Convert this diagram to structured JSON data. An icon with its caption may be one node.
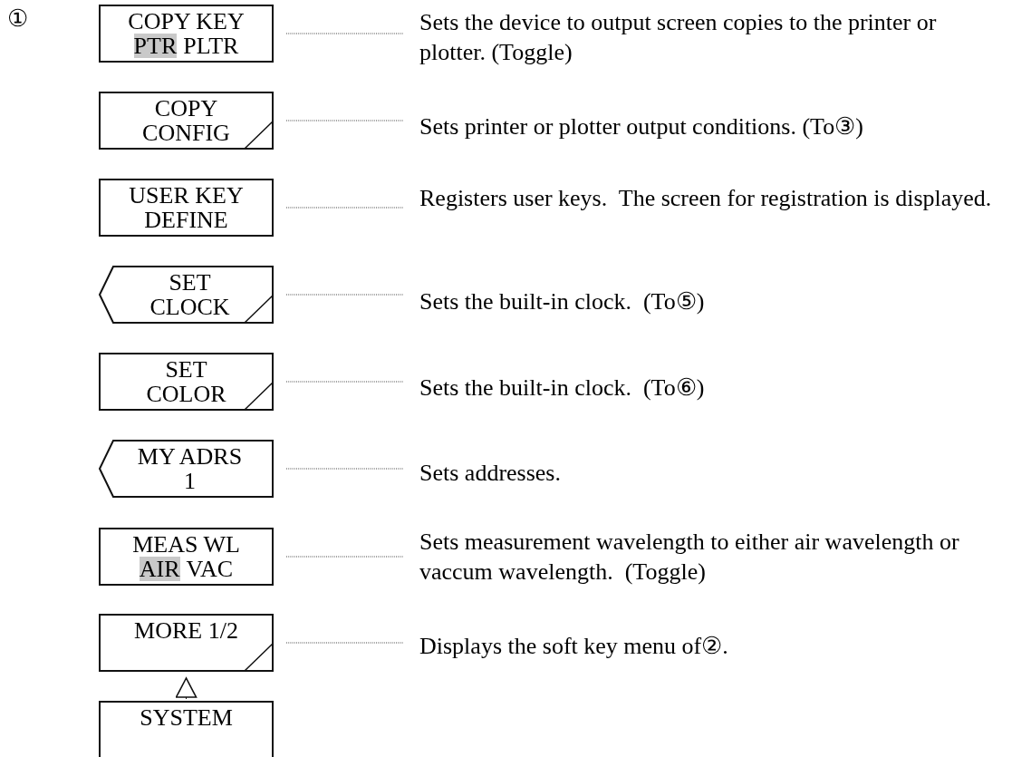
{
  "diagram": {
    "nodes": [
      {
        "text": [
          "COPY KEY",
          "PTR",
          "PLTR"
        ]
      },
      {
        "text": [
          "Sets the device to output screen copies to the printer or plotter. (Toggle)"
        ]
      },
      {
        "text": [
          "COPY CONFIG"
        ]
      },
      {
        "text": [
          "Sets printer or plotter output conditions. (To③)"
        ]
      },
      {
        "text": [
          "USER KEY DEFINE"
        ]
      },
      {
        "text": [
          "Registers user keys.  The screen for registration is displayed."
        ]
      },
      {
        "text": [
          "SET CLOCK"
        ]
      },
      {
        "text": [
          "Sets the built-in clock.  (To⑤)"
        ]
      },
      {
        "text": [
          "SET COLOR"
        ]
      },
      {
        "text": [
          "Sets the built-in clock.  (To⑥)"
        ]
      },
      {
        "text": [
          "MY ADRS 1"
        ]
      },
      {
        "text": [
          "Sets addresses."
        ]
      },
      {
        "text": [
          "MEAS WL",
          "AIR",
          "VAC"
        ]
      },
      {
        "text": [
          "Sets measurement wavelength to either air wavelength or vaccum wavelength.  (Toggle)"
        ]
      },
      {
        "text": [
          "MORE 1/2"
        ]
      },
      {
        "text": [
          "Displays the soft key menu of②."
        ]
      },
      {
        "text": [
          "SYSTEM"
        ]
      }
    ],
    "edges": [
      {
        "from": 0,
        "to": 1,
        "arrow": "none",
        "style": "dashed"
      },
      {
        "from": 2,
        "to": 3,
        "arrow": "none",
        "style": "dashed"
      },
      {
        "from": 4,
        "to": 5,
        "arrow": "none",
        "style": "dashed"
      },
      {
        "from": 6,
        "to": 7,
        "arrow": "none",
        "style": "dashed"
      },
      {
        "from": 8,
        "to": 9,
        "arrow": "none",
        "style": "dashed"
      },
      {
        "from": 10,
        "to": 11,
        "arrow": "none",
        "style": "dashed"
      },
      {
        "from": 12,
        "to": 13,
        "arrow": "none",
        "style": "dashed"
      },
      {
        "from": 14,
        "to": 15,
        "arrow": "none",
        "style": "dashed"
      },
      {
        "from": 16,
        "to": 14,
        "arrow": "to"
      }
    ],
    "labels": [
      "①"
    ]
  }
}
